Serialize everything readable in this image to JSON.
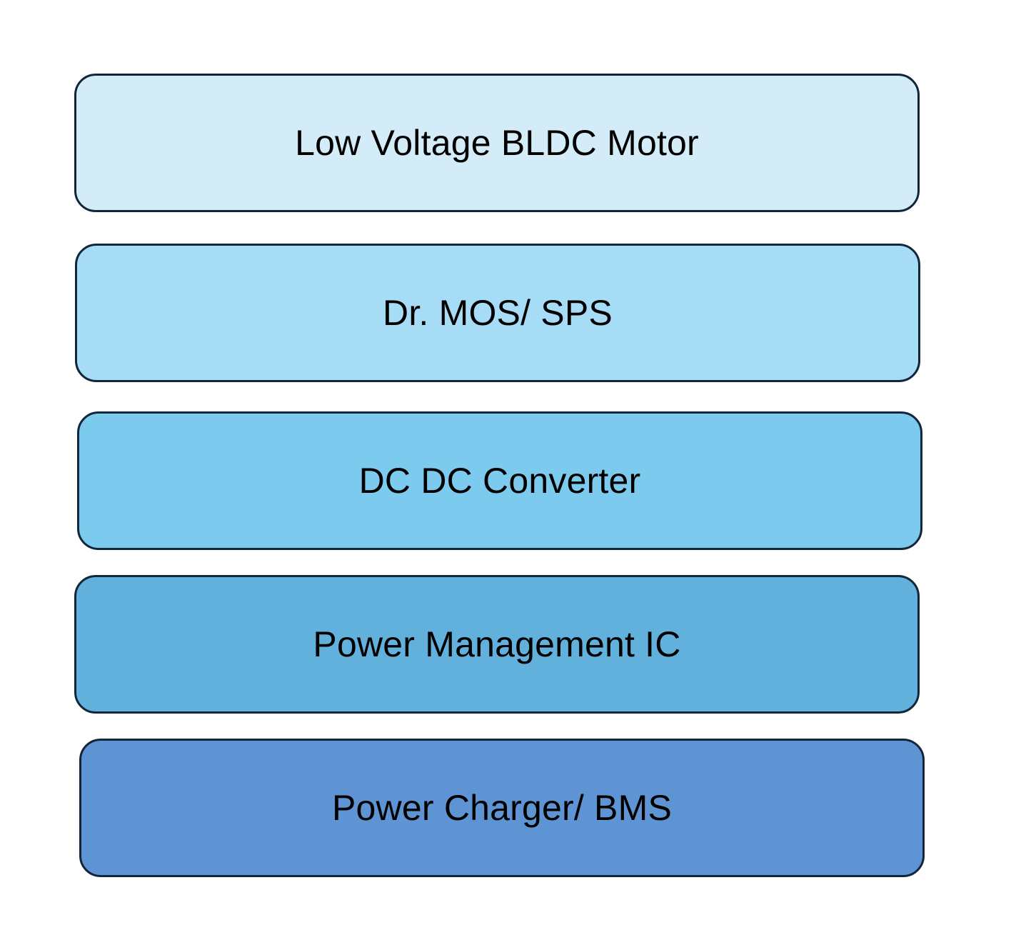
{
  "layers": [
    {
      "label": "Low Voltage BLDC Motor",
      "color": "#d3ecf8"
    },
    {
      "label": "Dr. MOS/ SPS",
      "color": "#a6dcf5"
    },
    {
      "label": "DC DC Converter",
      "color": "#7ccaee"
    },
    {
      "label": "Power Management IC",
      "color": "#62b1dc"
    },
    {
      "label": "Power Charger/ BMS",
      "color": "#5e94d3"
    }
  ]
}
